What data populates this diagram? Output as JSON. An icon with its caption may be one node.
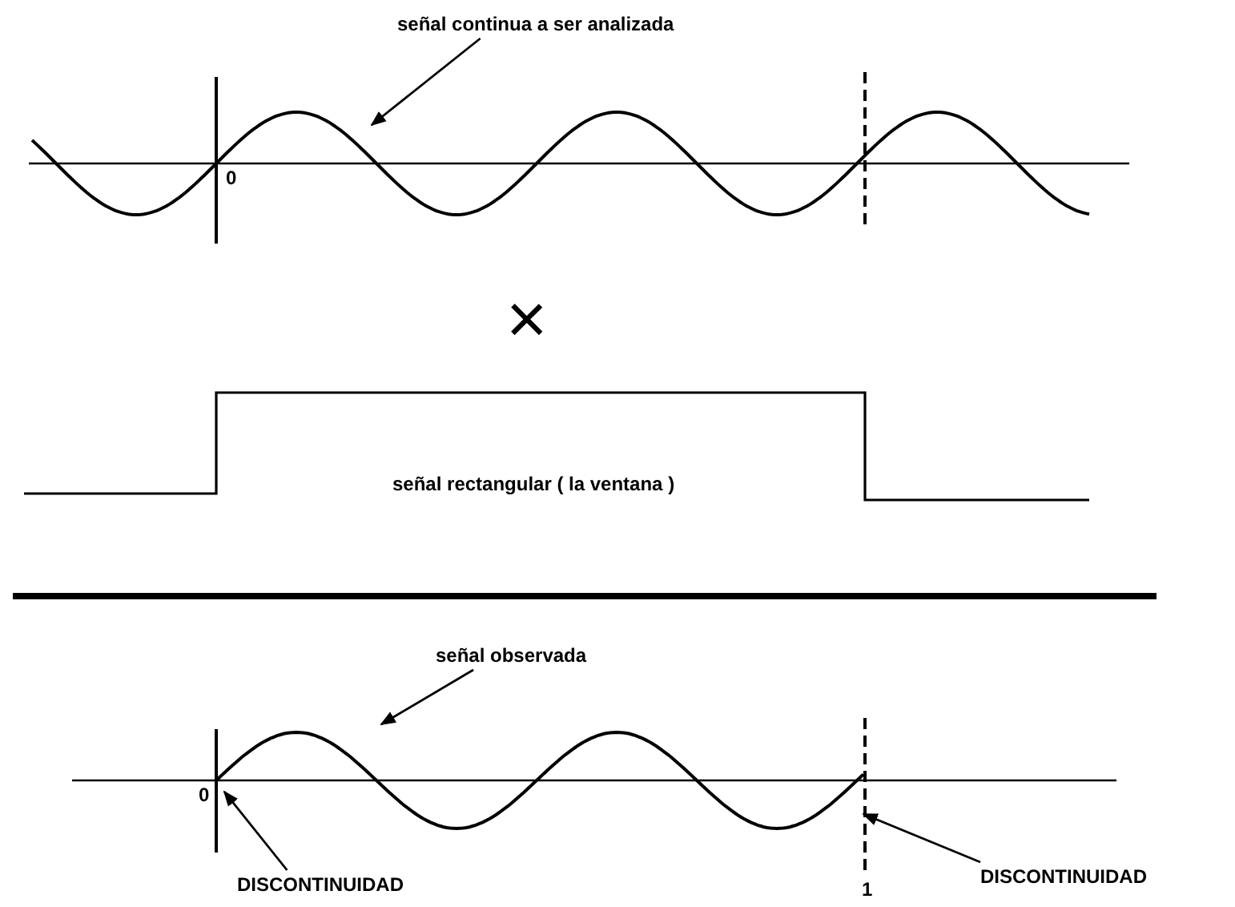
{
  "diagram": {
    "nodes": [
      {
        "text": [
          "señal continua a ser analizada"
        ]
      },
      {
        "text": [],
        "shape": "picture"
      },
      {
        "text": [
          "señal rectangular  ( la ventana )"
        ]
      },
      {
        "text": [
          "señal observada"
        ]
      },
      {
        "text": [],
        "shape": "picture"
      },
      {
        "text": [
          "DISCONTINUIDAD"
        ]
      },
      {
        "text": [
          "DISCONTINUIDAD"
        ]
      }
    ],
    "edges": [
      {
        "from": 0,
        "to": 1,
        "arrow": "to"
      },
      {
        "from": 3,
        "to": 4,
        "arrow": "to"
      },
      {
        "from": 5,
        "to": 4,
        "arrow": "to"
      },
      {
        "from": 6,
        "to": 4,
        "arrow": "to"
      }
    ],
    "labels": [
      "0",
      "×",
      "0",
      "1"
    ]
  }
}
